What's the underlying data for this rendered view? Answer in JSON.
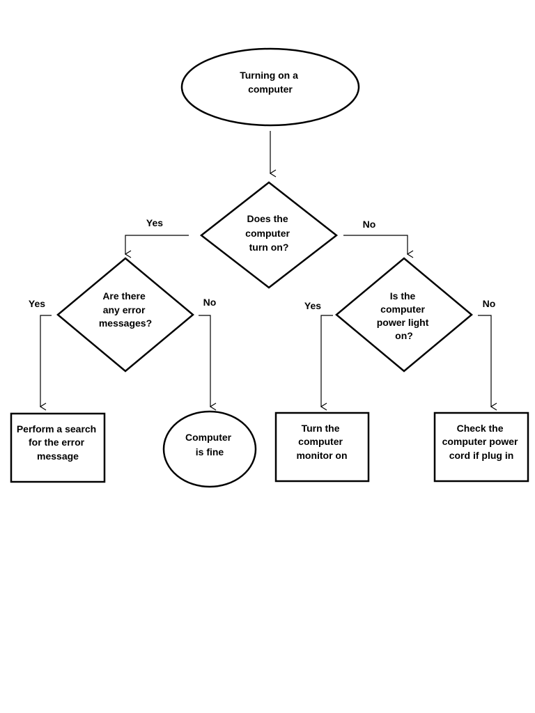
{
  "flowchart": {
    "start": {
      "lines": [
        "Turning on a",
        "computer"
      ]
    },
    "q_turn_on": {
      "lines": [
        "Does the",
        "computer",
        "turn on?"
      ]
    },
    "q_errors": {
      "lines": [
        "Are there",
        "any error",
        "messages?"
      ]
    },
    "q_power_light": {
      "lines": [
        "Is the",
        "computer",
        "power light",
        "on?"
      ]
    },
    "search_error": {
      "lines": [
        "Perform a search",
        "for the error",
        "message"
      ]
    },
    "computer_fine": {
      "lines": [
        "Computer",
        "is fine"
      ]
    },
    "turn_monitor_on": {
      "lines": [
        "Turn the",
        "computer",
        "monitor on"
      ]
    },
    "check_power_cord": {
      "lines": [
        "Check the",
        "computer power",
        "cord if plug in"
      ]
    },
    "labels": {
      "turn_on_yes": "Yes",
      "turn_on_no": "No",
      "errors_yes": "Yes",
      "errors_no": "No",
      "light_yes": "Yes",
      "light_no": "No"
    }
  }
}
